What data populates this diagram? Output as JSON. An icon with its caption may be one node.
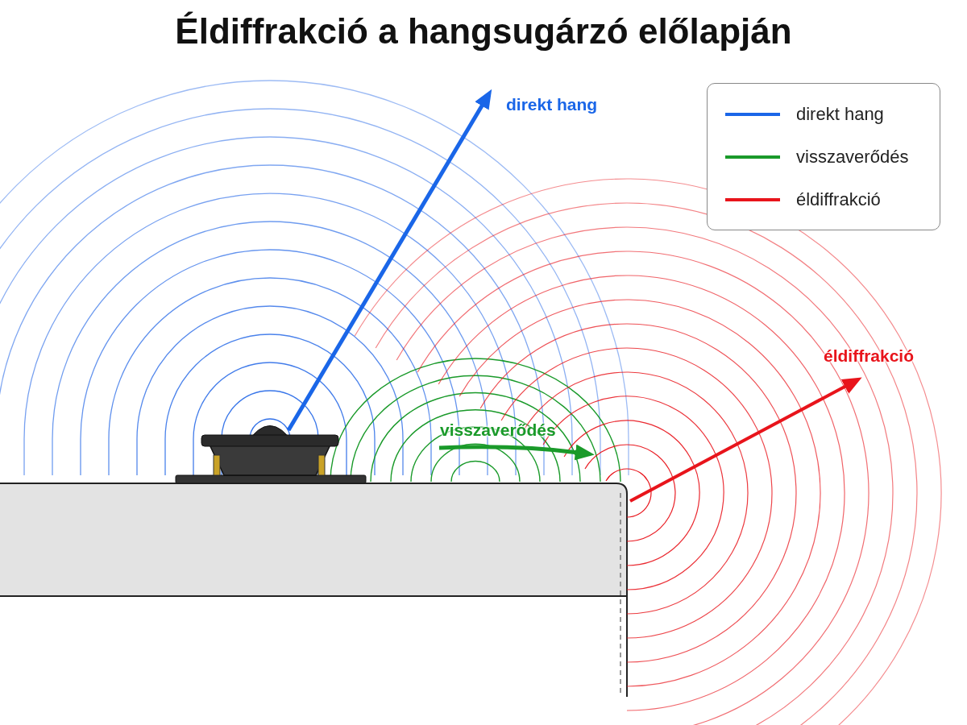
{
  "diagram": {
    "title": "Éldiffrakció a hangsugárzó előlapján",
    "labels": [
      "direkt hang",
      "éldiffrakció",
      "visszaverődés"
    ],
    "legend": [
      {
        "text": "direkt hang"
      },
      {
        "text": "visszaverődés"
      },
      {
        "text": "éldiffrakció"
      }
    ]
  }
}
